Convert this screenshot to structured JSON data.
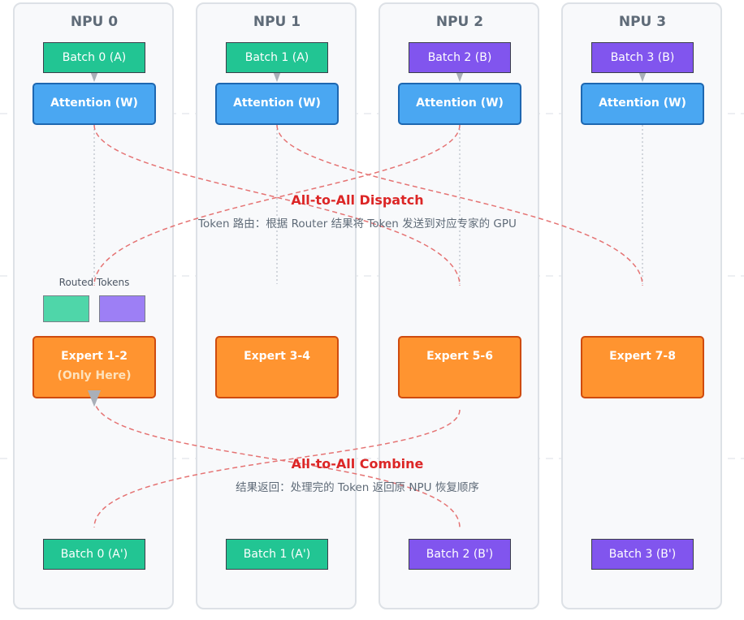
{
  "columns": [
    {
      "title": "NPU 0",
      "batch_in": "Batch 0 (A)",
      "attention": "Attention (W)",
      "expert": "Expert 1-2",
      "expert_note": "(Only Here)",
      "batch_out": "Batch 0 (A')"
    },
    {
      "title": "NPU 1",
      "batch_in": "Batch 1 (A)",
      "attention": "Attention (W)",
      "expert": "Expert 3-4",
      "expert_note": "",
      "batch_out": "Batch 1 (A')"
    },
    {
      "title": "NPU 2",
      "batch_in": "Batch 2 (B)",
      "attention": "Attention (W)",
      "expert": "Expert 5-6",
      "expert_note": "",
      "batch_out": "Batch 2 (B')"
    },
    {
      "title": "NPU 3",
      "batch_in": "Batch 3 (B)",
      "attention": "Attention (W)",
      "expert": "Expert 7-8",
      "expert_note": "",
      "batch_out": "Batch 3 (B')"
    }
  ],
  "routed_tokens_label": "Routed Tokens",
  "dispatch": {
    "title": "All-to-All Dispatch",
    "description": "Token 路由：根据 Router 结果将 Token 发送到对应专家的 GPU"
  },
  "combine": {
    "title": "All-to-All Combine",
    "description": "结果返回：处理完的 Token 返回原 NPU 恢复顺序"
  },
  "colors": {
    "batch_a": "#22c593",
    "batch_b": "#8155ee",
    "attention": "#4aa7f2",
    "expert": "#ff9430",
    "flow_line": "#e57373",
    "phase_title": "#dc2626"
  }
}
